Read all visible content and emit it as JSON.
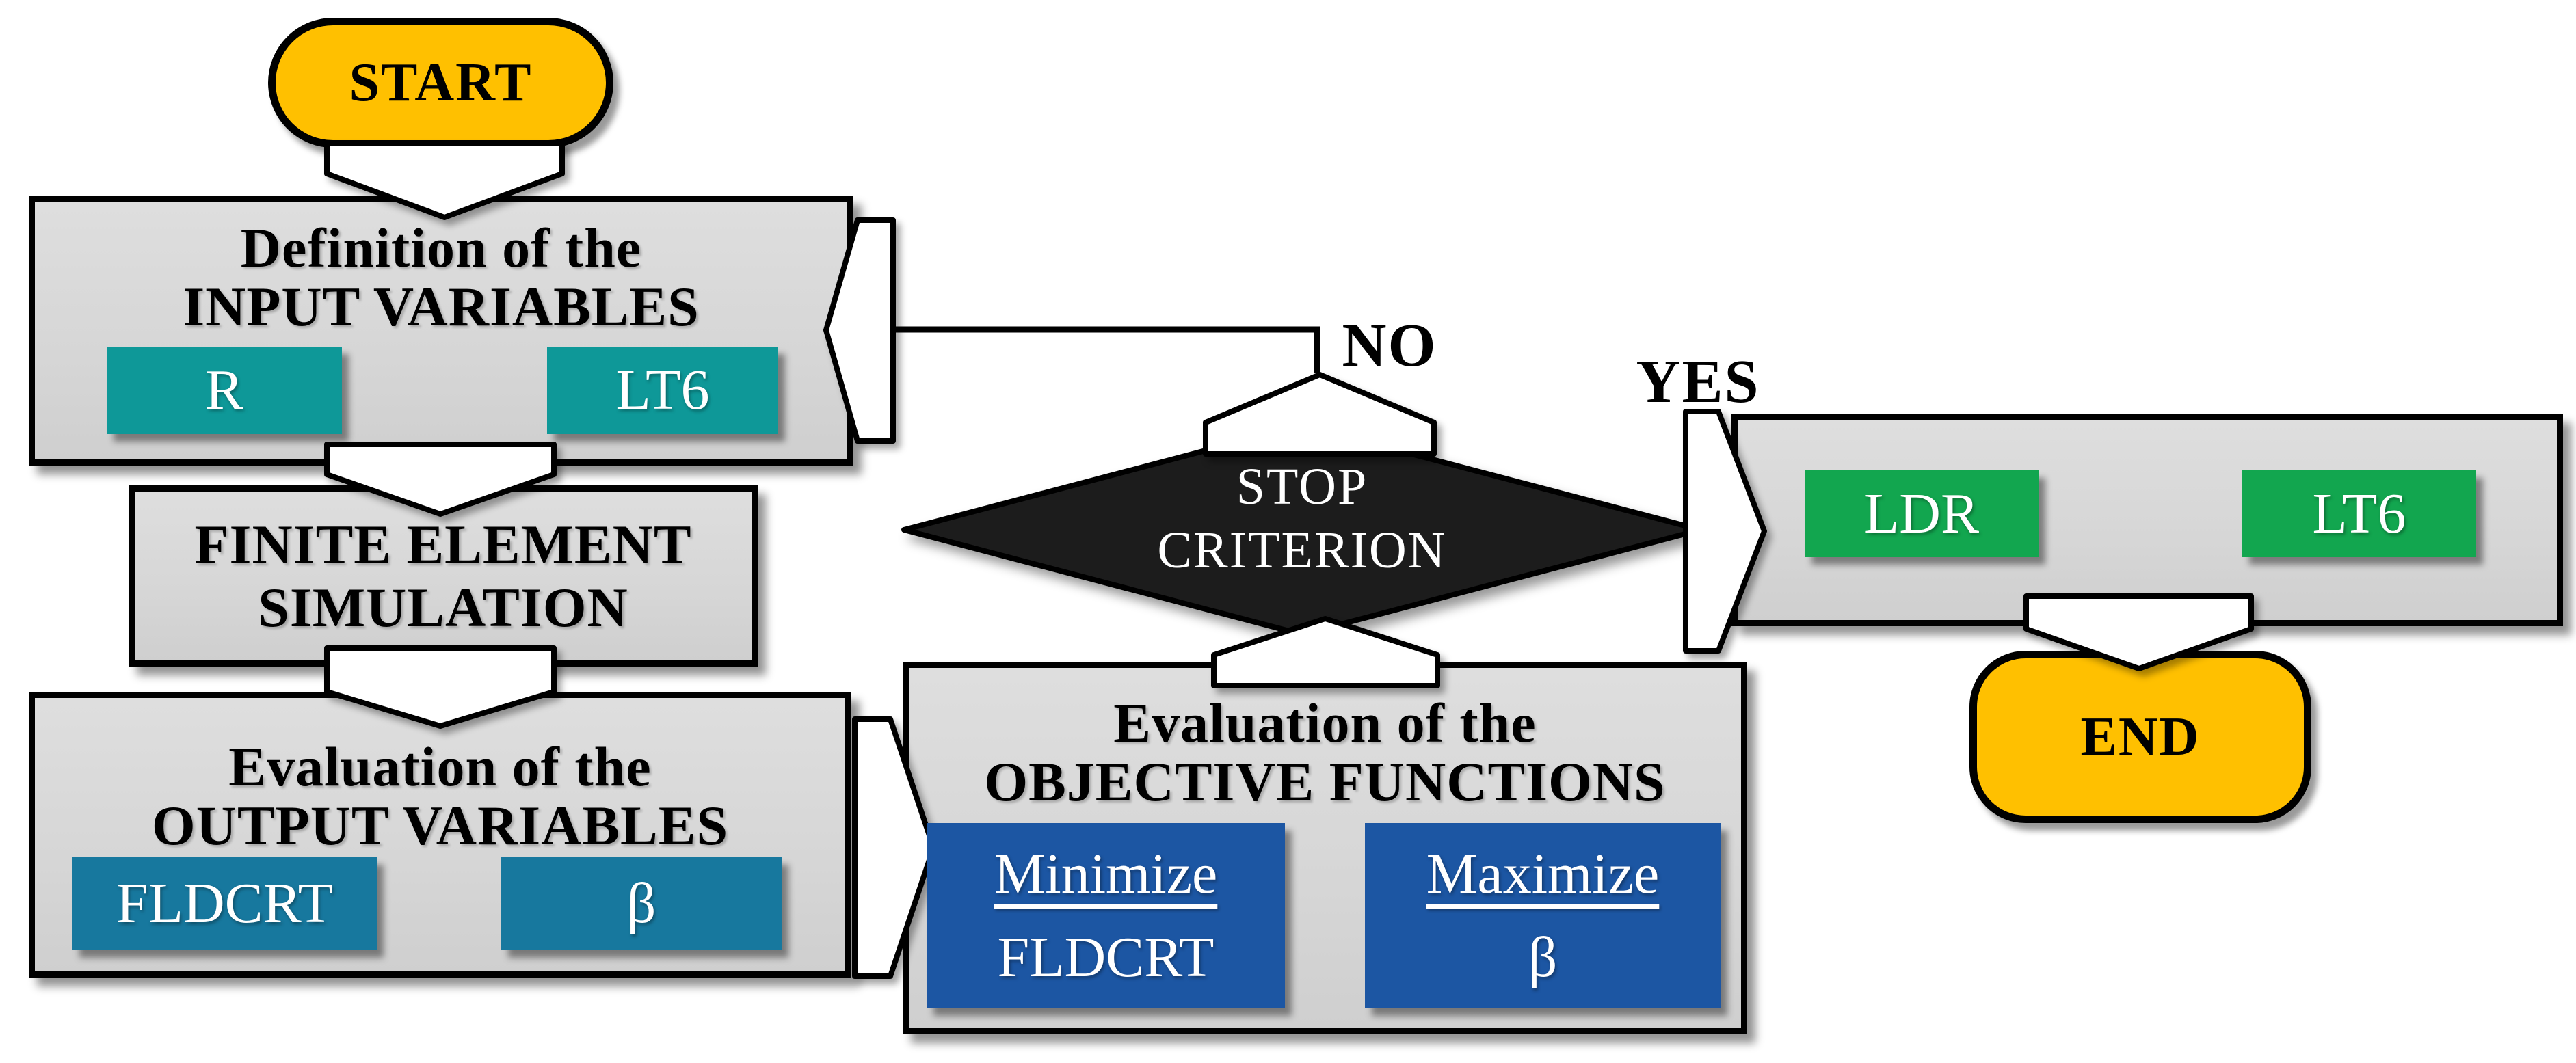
{
  "colors": {
    "terminator_fill": "#FFC000",
    "process_box_fill": "#D9D9D9",
    "input_chip_teal": "#0E9898",
    "output_chip_steel": "#17789E",
    "objective_chip_blue": "#1C56A3",
    "result_chip_green": "#12A64F",
    "diamond_fill": "#1C1C1C",
    "outline": "#000000"
  },
  "nodes": {
    "start": {
      "label": "START"
    },
    "input": {
      "title_line1": "Definition of the",
      "title_line2": "INPUT VARIABLES",
      "chips": [
        "R",
        "LT6"
      ]
    },
    "fem": {
      "title_line1": "FINITE ELEMENT",
      "title_line2": "SIMULATION"
    },
    "output": {
      "title_line1": "Evaluation of the",
      "title_line2": "OUTPUT VARIABLES",
      "chips": [
        "FLDCRT",
        "β"
      ]
    },
    "objective": {
      "title_line1": "Evaluation of the",
      "title_line2": "OBJECTIVE FUNCTIONS",
      "chips": [
        {
          "action": "Minimize",
          "variable": "FLDCRT"
        },
        {
          "action": "Maximize",
          "variable": "β"
        }
      ]
    },
    "decision": {
      "line1": "STOP",
      "line2": "CRITERION",
      "no_label": "NO",
      "yes_label": "YES"
    },
    "results": {
      "chips": [
        "LDR",
        "LT6"
      ]
    },
    "end": {
      "label": "END"
    }
  }
}
